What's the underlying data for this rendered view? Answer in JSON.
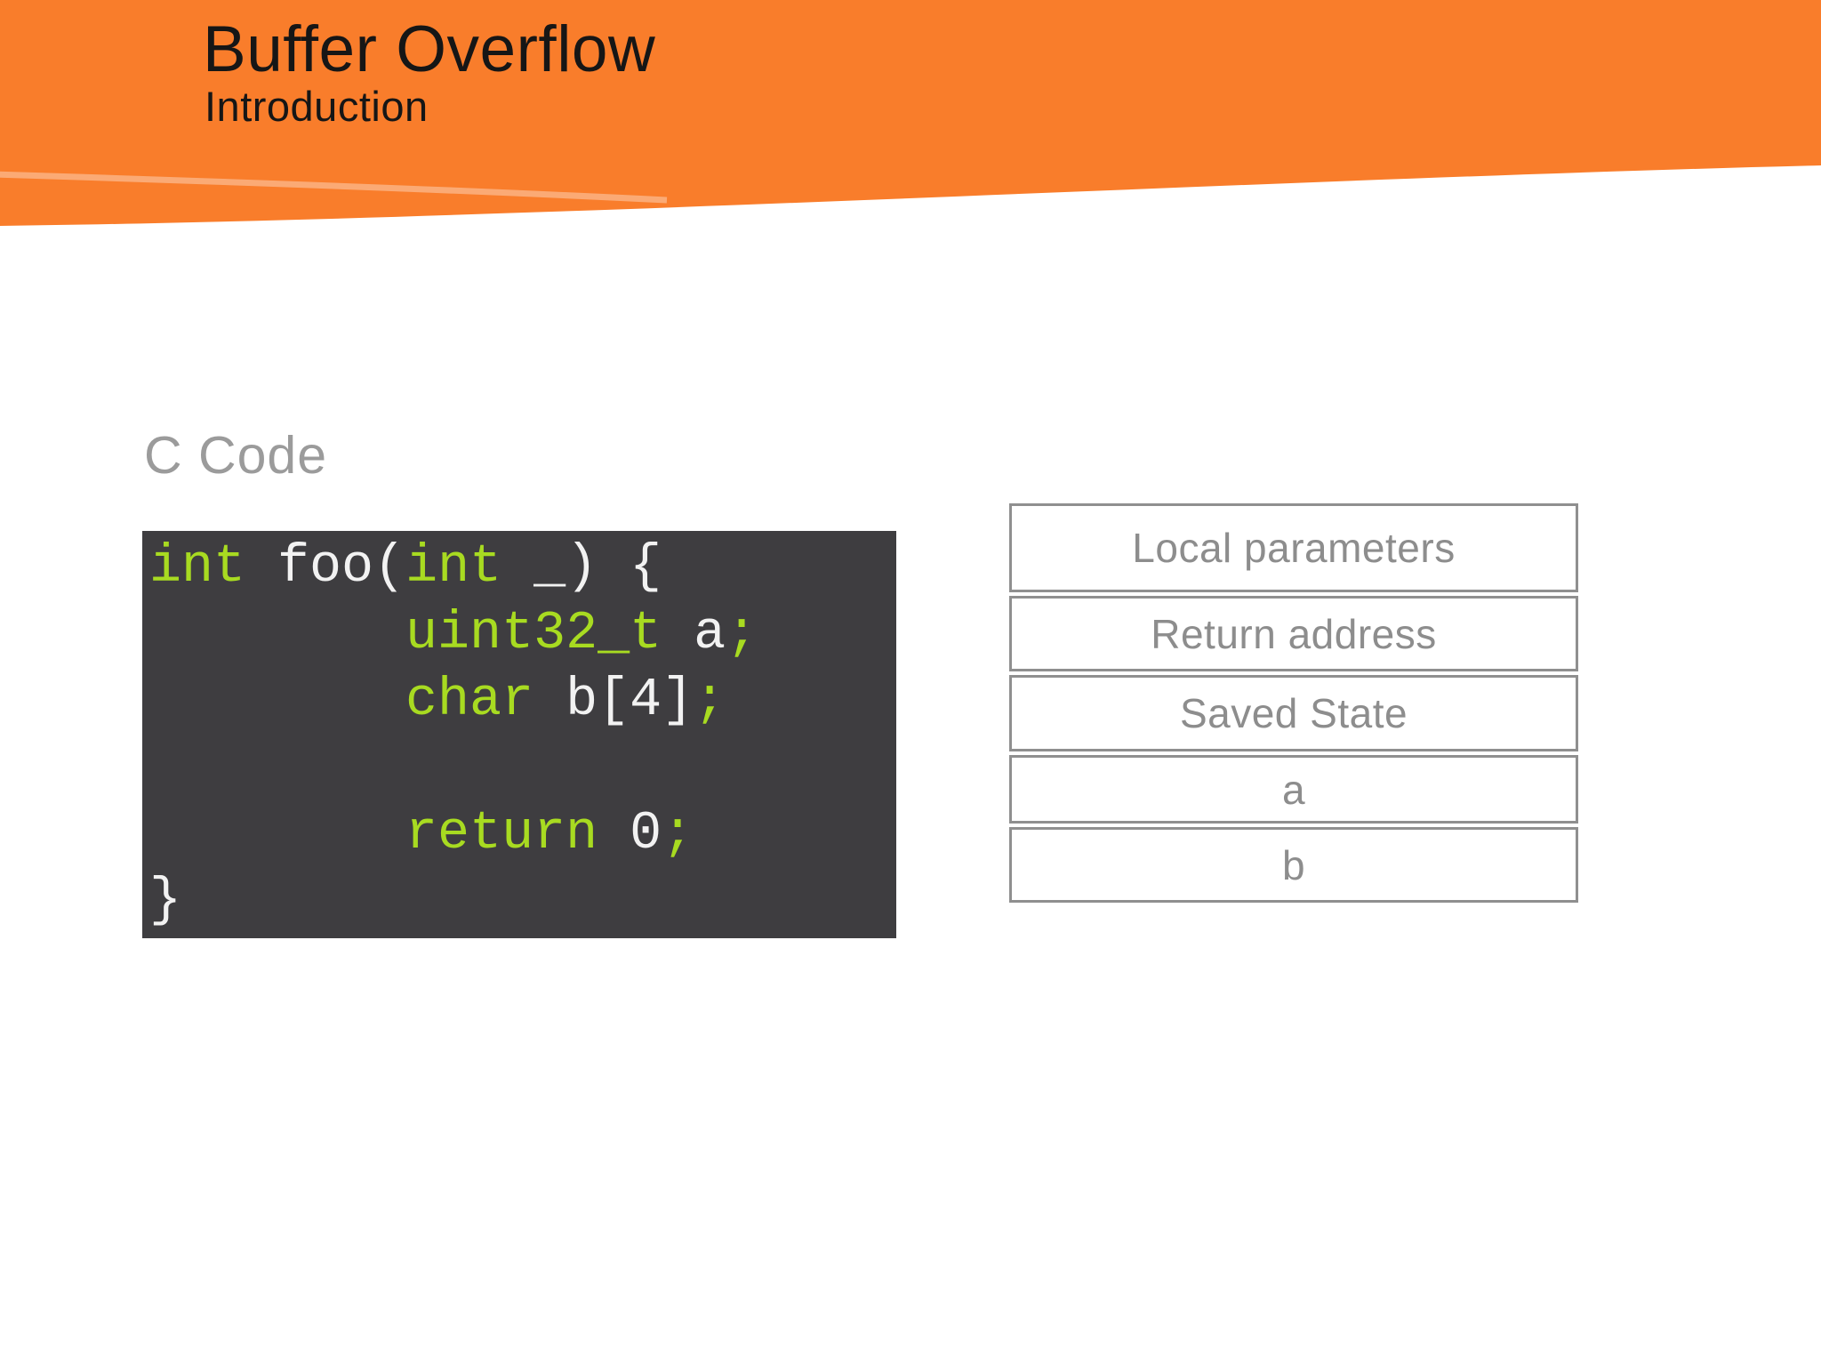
{
  "slide": {
    "title": "Buffer Overflow",
    "subtitle": "Introduction"
  },
  "section": {
    "label": "C Code"
  },
  "code_block": {
    "language": "C",
    "lines": [
      {
        "tokens": [
          {
            "t": "int",
            "c": "keyword"
          },
          {
            "t": " foo(",
            "c": "plain"
          },
          {
            "t": "int",
            "c": "keyword"
          },
          {
            "t": " _) {",
            "c": "plain"
          }
        ]
      },
      {
        "tokens": [
          {
            "t": "        ",
            "c": "plain"
          },
          {
            "t": "uint32_t",
            "c": "keyword"
          },
          {
            "t": " a",
            "c": "plain"
          },
          {
            "t": ";",
            "c": "keyword"
          }
        ]
      },
      {
        "tokens": [
          {
            "t": "        ",
            "c": "plain"
          },
          {
            "t": "char",
            "c": "keyword"
          },
          {
            "t": " b[4]",
            "c": "plain"
          },
          {
            "t": ";",
            "c": "keyword"
          }
        ]
      },
      {
        "tokens": []
      },
      {
        "tokens": [
          {
            "t": "        ",
            "c": "plain"
          },
          {
            "t": "return",
            "c": "keyword"
          },
          {
            "t": " 0",
            "c": "plain"
          },
          {
            "t": ";",
            "c": "keyword"
          }
        ]
      },
      {
        "tokens": [
          {
            "t": "}",
            "c": "plain"
          }
        ]
      }
    ]
  },
  "stack_diagram": {
    "rows": [
      {
        "label": "Local parameters"
      },
      {
        "label": "Return address"
      },
      {
        "label": "Saved State"
      },
      {
        "label": "a"
      },
      {
        "label": "b"
      }
    ]
  },
  "colors": {
    "accent_orange": "#F97D2B",
    "code_background": "#3E3D40",
    "code_keyword_green": "#A8DB21",
    "code_plain_text": "#F2F2F2",
    "muted_gray": "#9B9B9B"
  }
}
